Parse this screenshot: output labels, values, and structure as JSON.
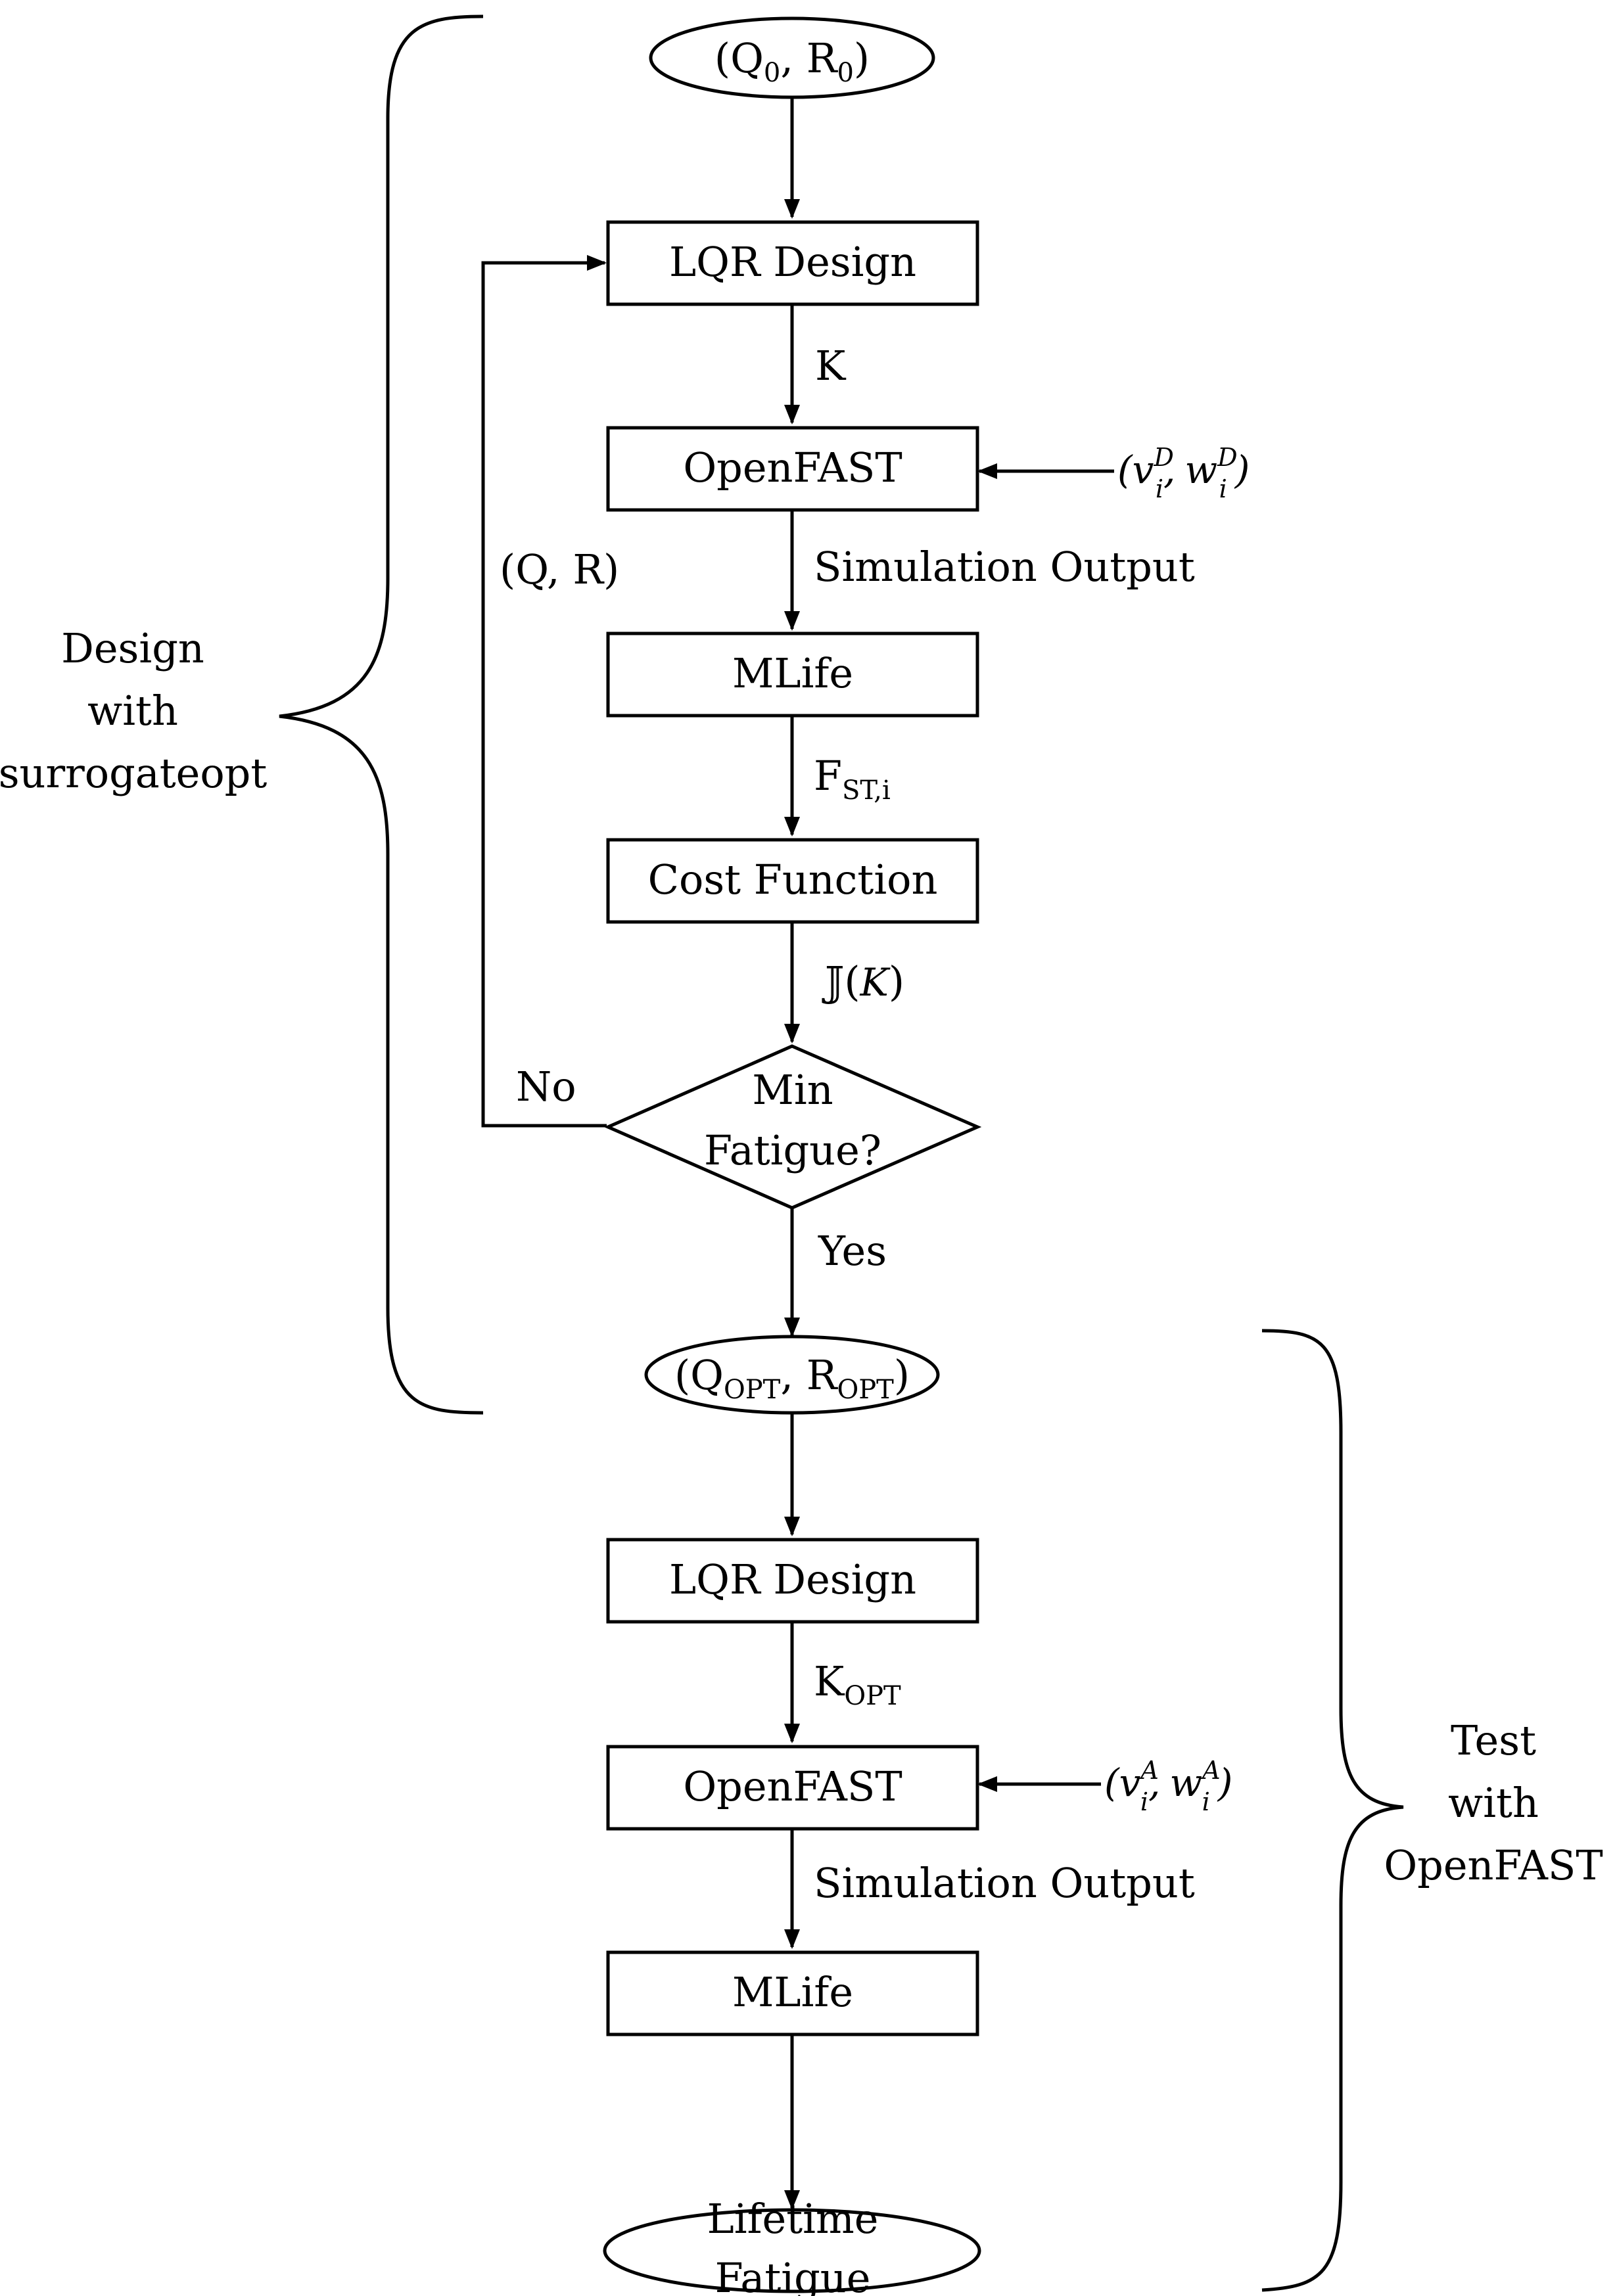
{
  "nodes": {
    "start": {
      "open": "(Q",
      "sub1": "0",
      "mid": ", R",
      "sub2": "0",
      "close": ")"
    },
    "lqr1": "LQR Design",
    "openfast1": "OpenFAST",
    "mlife1": "MLife",
    "cost": "Cost Function",
    "decision_line1": "Min",
    "decision_line2": "Fatigue?",
    "opt": {
      "open": "(Q",
      "sub1": "OPT",
      "mid": ", R",
      "sub2": "OPT",
      "close": ")"
    },
    "lqr2": "LQR Design",
    "openfast2": "OpenFAST",
    "mlife2": "MLife",
    "end_line1": "Lifetime",
    "end_line2": "Fatigue"
  },
  "edges": {
    "k": "K",
    "sim1": "Simulation Output",
    "fst": {
      "base": "F",
      "sub": "ST,i"
    },
    "cost_open": "𝕁(",
    "cost_var": "K",
    "cost_close": ")",
    "no": "No",
    "yes": "Yes",
    "qr": "(Q, R)",
    "kopt": {
      "base": "K",
      "sub": "OPT"
    },
    "sim2": "Simulation Output",
    "input_d": {
      "open": "(",
      "v": "v",
      "v_sup": "D",
      "v_sub": "i",
      "comma": ",",
      "w": "w",
      "w_sup": "D",
      "w_sub": "i",
      "close": ")"
    },
    "input_a": {
      "open": "(",
      "v": "v",
      "v_sup": "A",
      "v_sub": "i",
      "comma": ",",
      "w": "w",
      "w_sup": "A",
      "w_sub": "i",
      "close": ")"
    }
  },
  "brackets": {
    "design_line1": "Design",
    "design_line2": "with",
    "design_line3": "surrogateopt",
    "test_line1": "Test",
    "test_line2": "with",
    "test_line3": "OpenFAST"
  }
}
